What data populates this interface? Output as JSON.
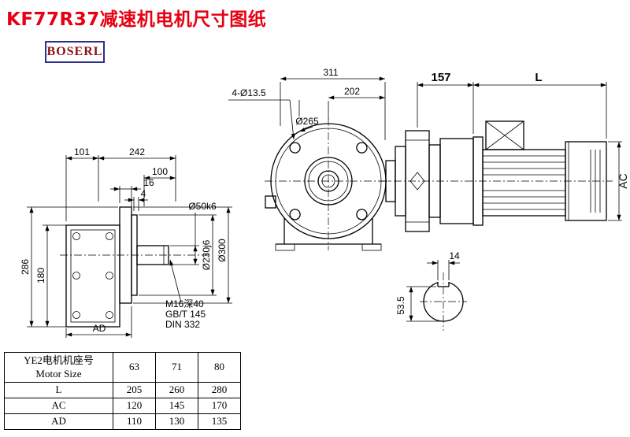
{
  "page": {
    "title": "KF77R37减速机电机尺寸图纸",
    "title_color": "#e60012",
    "brand": {
      "name": "BOSERL",
      "text_color": "#8b1313",
      "border_color": "#2b2e8c"
    }
  },
  "front_view": {
    "dim_101": "101",
    "dim_242": "242",
    "dim_100": "100",
    "dim_16": "16",
    "dim_4": "4",
    "dim_286": "286",
    "dim_180": "180",
    "dim_AD": "AD",
    "shaft_dia": "Ø50k6",
    "spigot_dia": "Ø230j6",
    "flange_dia": "Ø300",
    "tap_note_line1": "M16深40",
    "tap_note_line2": "GB/T 145",
    "tap_note_line3": "DIN 332"
  },
  "face_view": {
    "dim_311": "311",
    "dim_202": "202",
    "bolt_holes": "4-Ø13.5",
    "flange_circle_dia": "Ø265"
  },
  "motor_view": {
    "dim_157": "157",
    "dim_L": "L",
    "dim_AC": "AC"
  },
  "shaft_section": {
    "key_width": "14",
    "key_height": "53.5"
  },
  "table": {
    "header_cn": "YE2电机机座号",
    "header_en": "Motor Size",
    "sizes": [
      "63",
      "71",
      "80"
    ],
    "rows": [
      {
        "label": "L",
        "values": [
          "205",
          "260",
          "280"
        ]
      },
      {
        "label": "AC",
        "values": [
          "120",
          "145",
          "170"
        ]
      },
      {
        "label": "AD",
        "values": [
          "110",
          "130",
          "135"
        ]
      }
    ]
  }
}
